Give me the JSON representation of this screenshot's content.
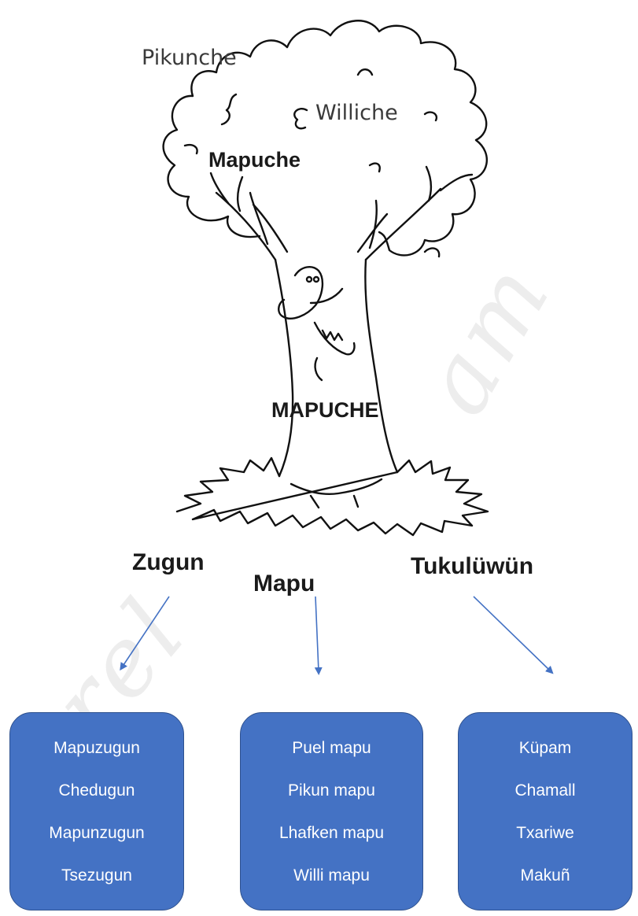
{
  "tree": {
    "labels": {
      "pikunche": "Pikunche",
      "williche": "Williche",
      "mapuche": "Mapuche",
      "trunk": "MAPUCHE"
    }
  },
  "categories": {
    "zugun": "Zugun",
    "mapu": "Mapu",
    "tukuluwun": "Tukulüwün"
  },
  "boxes": {
    "zugun": [
      "Mapuzugun",
      "Chedugun",
      "Mapunzugun",
      "Tsezugun"
    ],
    "mapu": [
      "Puel mapu",
      "Pikun mapu",
      "Lhafken mapu",
      "Willi mapu"
    ],
    "tukuluwun": [
      "Küpam",
      "Chamall",
      "Txariwe",
      "Makuñ"
    ]
  },
  "colors": {
    "box_fill": "#4472c4",
    "arrow": "#4472c4",
    "line_art": "#111111"
  }
}
